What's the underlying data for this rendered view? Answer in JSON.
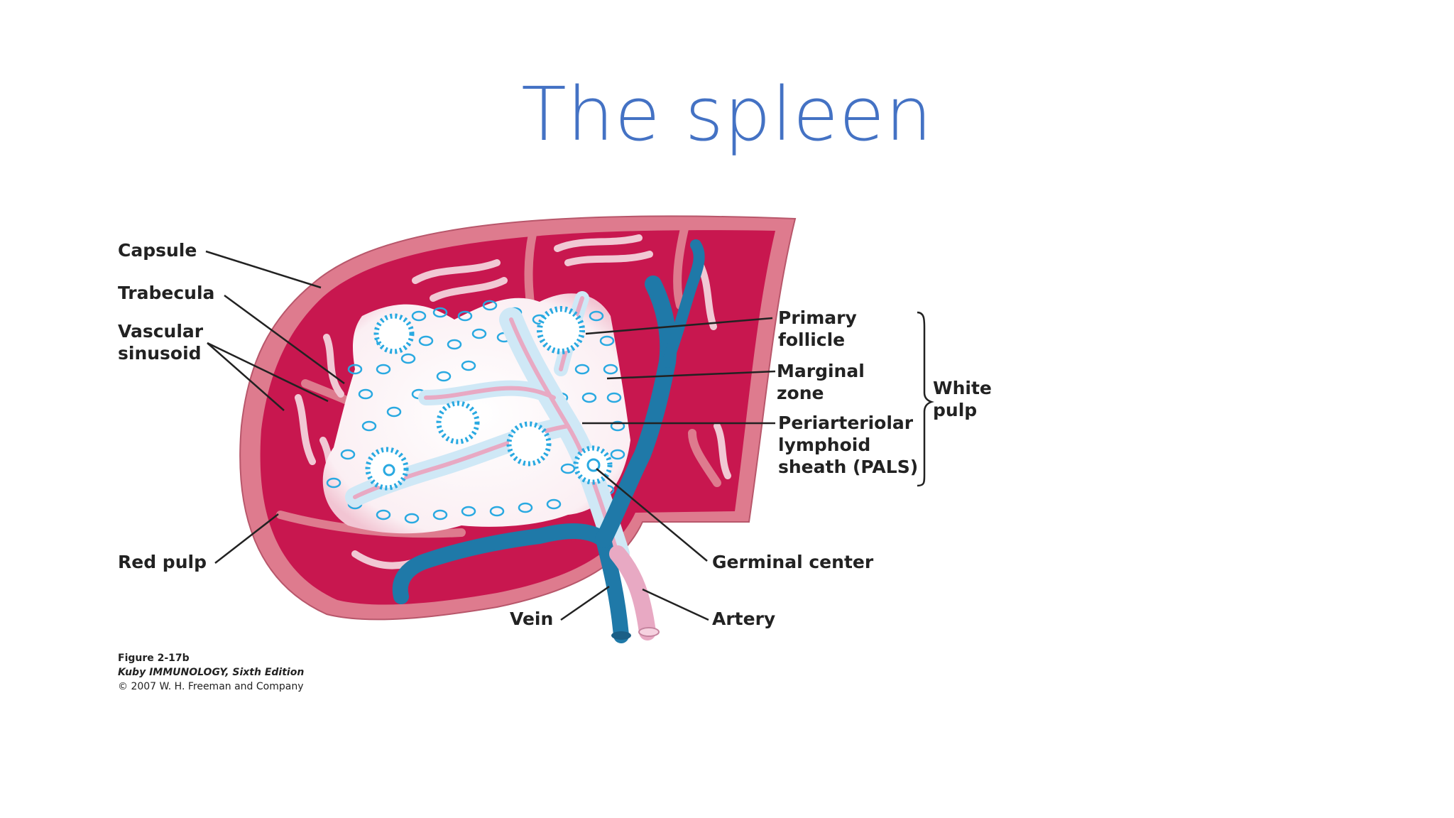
{
  "title": "The spleen",
  "labels": {
    "capsule": "Capsule",
    "trabecula": "Trabecula",
    "vascular_sinusoid": "Vascular\nsinusoid",
    "red_pulp": "Red pulp",
    "primary_follicle": "Primary\nfollicle",
    "marginal_zone": "Marginal\nzone",
    "pals": "Periarteriolar\nlymphoid\nsheath (PALS)",
    "white_pulp": "White\npulp",
    "germinal_center": "Germinal center",
    "vein": "Vein",
    "artery": "Artery"
  },
  "credit": {
    "figure": "Figure 2-17b",
    "book": "Kuby IMMUNOLOGY, Sixth Edition",
    "copyright": "© 2007 W. H. Freeman and Company"
  },
  "colors": {
    "title": "#4472c4",
    "red_pulp": "#c8174f",
    "capsule": "#de7b8e",
    "white_pulp": "#fbeff3",
    "vein": "#1f79a8",
    "artery": "#e8a9c3",
    "lymphocyte": "#29a9e1"
  }
}
